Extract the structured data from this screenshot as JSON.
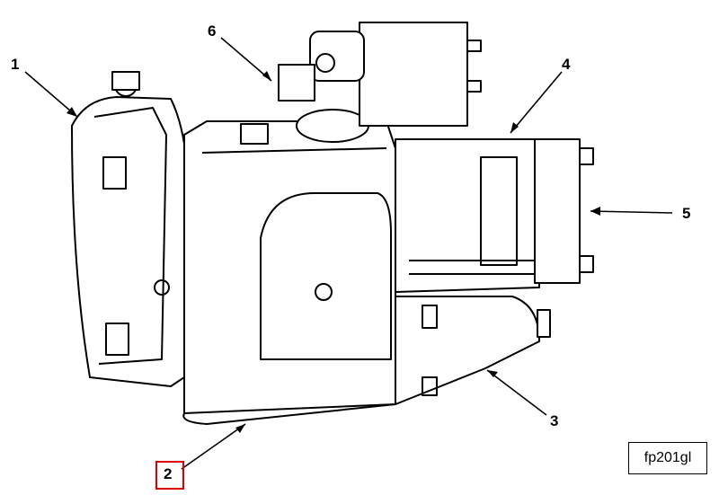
{
  "figure": {
    "callouts": [
      "1",
      "2",
      "3",
      "4",
      "5",
      "6"
    ],
    "highlighted_callout": "2",
    "highlight_color": "#e00000",
    "figure_id": "fp201gl"
  }
}
